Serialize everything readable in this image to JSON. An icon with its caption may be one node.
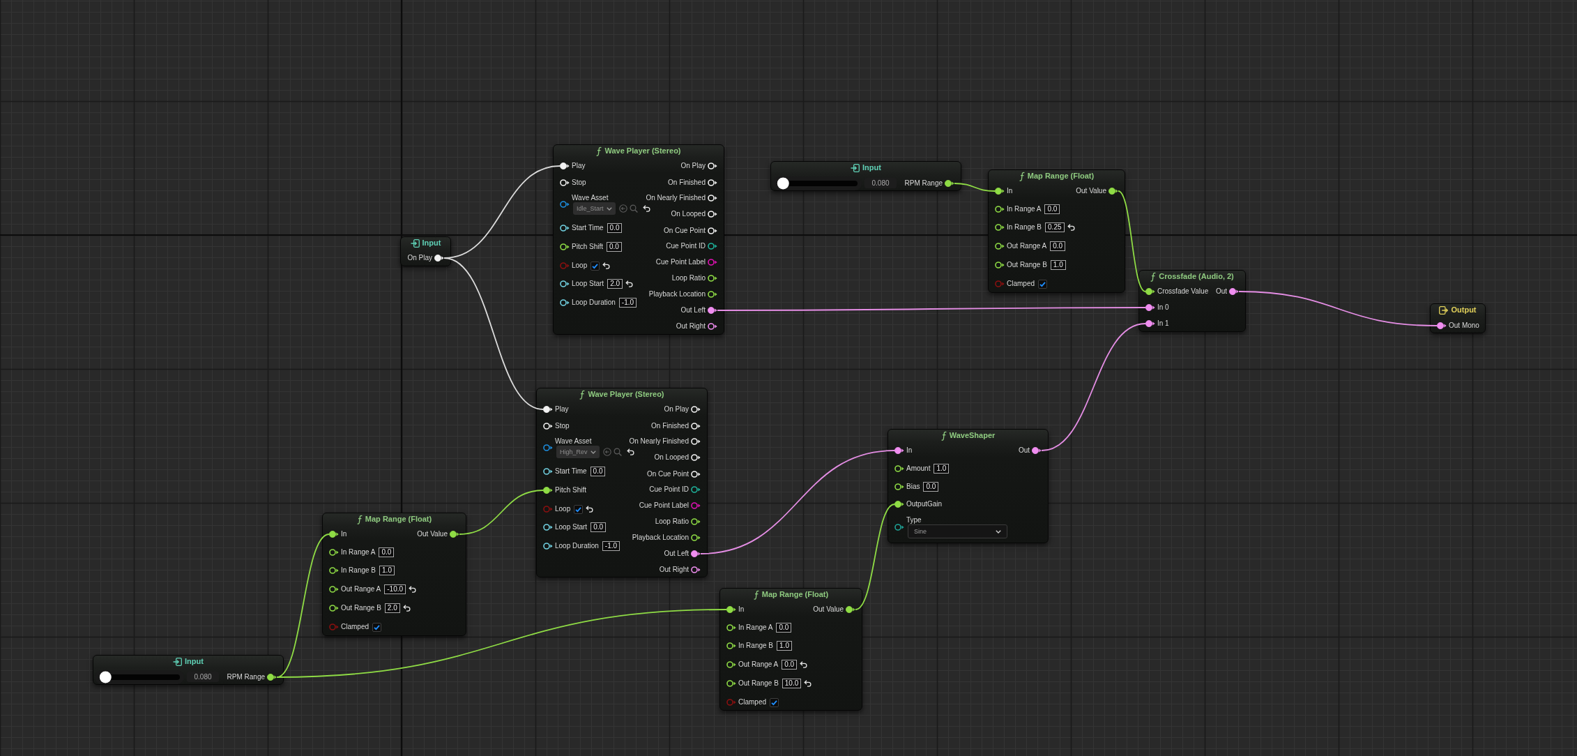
{
  "diagram": {
    "nodes": [
      {
        "text": [
          "Wave Player (Stereo)"
        ]
      },
      {
        "text": [
          "Play"
        ],
        "in": 0
      },
      {
        "text": [
          "Stop"
        ],
        "in": 0
      },
      {
        "text": [
          "Wave Asset",
          "Idle_Start"
        ],
        "in": 0
      },
      {
        "text": [
          "Start Time",
          "0.0"
        ],
        "in": 0
      },
      {
        "text": [
          "Pitch Shift",
          "0.0"
        ],
        "in": 0
      },
      {
        "text": [
          "Loop"
        ],
        "in": 0
      },
      {
        "text": [
          "Loop Start",
          "2.0"
        ],
        "in": 0
      },
      {
        "text": [
          "Loop Duration",
          "-1.0"
        ],
        "in": 0
      },
      {
        "text": [
          "On Play"
        ],
        "in": 0
      },
      {
        "text": [
          "On Finished"
        ],
        "in": 0
      },
      {
        "text": [
          "On Nearly Finished"
        ],
        "in": 0
      },
      {
        "text": [
          "On Looped"
        ],
        "in": 0
      },
      {
        "text": [
          "On Cue Point"
        ],
        "in": 0
      },
      {
        "text": [
          "Cue Point ID"
        ],
        "in": 0
      },
      {
        "text": [
          "Cue Point Label"
        ],
        "in": 0
      },
      {
        "text": [
          "Loop Ratio"
        ],
        "in": 0
      },
      {
        "text": [
          "Playback Location"
        ],
        "in": 0
      },
      {
        "text": [
          "Out Left"
        ],
        "in": 0
      },
      {
        "text": [
          "Out Right"
        ],
        "in": 0
      },
      {
        "text": [
          "Input",
          "0.080"
        ]
      },
      {
        "text": [
          "RPM Range"
        ],
        "in": 20
      },
      {
        "text": [
          "Map Range (Float)"
        ]
      },
      {
        "text": [
          "In"
        ],
        "in": 22
      },
      {
        "text": [
          "In Range A",
          "0.0"
        ],
        "in": 22
      },
      {
        "text": [
          "In Range B",
          "0.25"
        ],
        "in": 22
      },
      {
        "text": [
          "Out Range A",
          "0.0"
        ],
        "in": 22
      },
      {
        "text": [
          "Out Range B",
          "1.0"
        ],
        "in": 22
      },
      {
        "text": [
          "Clamped"
        ],
        "in": 22
      },
      {
        "text": [
          "Out Value"
        ],
        "in": 22
      },
      {
        "text": [
          "Input"
        ]
      },
      {
        "text": [
          "On Play"
        ],
        "in": 30
      },
      {
        "text": [
          "Crossfade (Audio, 2)"
        ]
      },
      {
        "text": [
          "Crossfade Value"
        ],
        "in": 32
      },
      {
        "text": [
          "In 0"
        ],
        "in": 32
      },
      {
        "text": [
          "In 1"
        ],
        "in": 32
      },
      {
        "text": [
          "Out"
        ],
        "in": 32
      },
      {
        "text": [
          "Output"
        ]
      },
      {
        "text": [
          "Out Mono"
        ],
        "in": 37
      },
      {
        "text": [
          "Wave Player (Stereo)"
        ]
      },
      {
        "text": [
          "Play"
        ],
        "in": 39
      },
      {
        "text": [
          "Stop"
        ],
        "in": 39
      },
      {
        "text": [
          "Wave Asset",
          "High_Rev"
        ],
        "in": 39
      },
      {
        "text": [
          "Start Time",
          "0.0"
        ],
        "in": 39
      },
      {
        "text": [
          "Pitch Shift"
        ],
        "in": 39
      },
      {
        "text": [
          "Loop"
        ],
        "in": 39
      },
      {
        "text": [
          "Loop Start",
          "0.0"
        ],
        "in": 39
      },
      {
        "text": [
          "Loop Duration",
          "-1.0"
        ],
        "in": 39
      },
      {
        "text": [
          "On Play"
        ],
        "in": 39
      },
      {
        "text": [
          "On Finished"
        ],
        "in": 39
      },
      {
        "text": [
          "On Nearly Finished"
        ],
        "in": 39
      },
      {
        "text": [
          "On Looped"
        ],
        "in": 39
      },
      {
        "text": [
          "On Cue Point"
        ],
        "in": 39
      },
      {
        "text": [
          "Cue Point ID"
        ],
        "in": 39
      },
      {
        "text": [
          "Cue Point Label"
        ],
        "in": 39
      },
      {
        "text": [
          "Loop Ratio"
        ],
        "in": 39
      },
      {
        "text": [
          "Playback Location"
        ],
        "in": 39
      },
      {
        "text": [
          "Out Left"
        ],
        "in": 39
      },
      {
        "text": [
          "Out Right"
        ],
        "in": 39
      },
      {
        "text": [
          "WaveShaper"
        ]
      },
      {
        "text": [
          "In"
        ],
        "in": 59
      },
      {
        "text": [
          "Amount",
          "1.0"
        ],
        "in": 59
      },
      {
        "text": [
          "Bias",
          "0.0"
        ],
        "in": 59
      },
      {
        "text": [
          "OutputGain"
        ],
        "in": 59
      },
      {
        "text": [
          "Type",
          "Sine"
        ],
        "in": 59
      },
      {
        "text": [
          "Out"
        ],
        "in": 59
      },
      {
        "text": [
          "Map Range (Float)"
        ]
      },
      {
        "text": [
          "In"
        ],
        "in": 66
      },
      {
        "text": [
          "In Range A",
          "0.0"
        ],
        "in": 66
      },
      {
        "text": [
          "In Range B",
          "1.0"
        ],
        "in": 66
      },
      {
        "text": [
          "Out Range A",
          "-10.0"
        ],
        "in": 66
      },
      {
        "text": [
          "Out Range B",
          "2.0"
        ],
        "in": 66
      },
      {
        "text": [
          "Clamped"
        ],
        "in": 66
      },
      {
        "text": [
          "Out Value"
        ],
        "in": 66
      },
      {
        "text": [
          "Map Range (Float)"
        ]
      },
      {
        "text": [
          "In"
        ],
        "in": 74
      },
      {
        "text": [
          "In Range A",
          "0.0"
        ],
        "in": 74
      },
      {
        "text": [
          "In Range B",
          "1.0"
        ],
        "in": 74
      },
      {
        "text": [
          "Out Range A",
          "0.0"
        ],
        "in": 74
      },
      {
        "text": [
          "Out Range B",
          "10.0"
        ],
        "in": 74
      },
      {
        "text": [
          "Clamped"
        ],
        "in": 74
      },
      {
        "text": [
          "Out Value"
        ],
        "in": 74
      },
      {
        "text": [
          "Input",
          "0.080"
        ]
      },
      {
        "text": [
          "RPM Range"
        ],
        "in": 82
      }
    ],
    "edges": [
      {
        "from": 31,
        "to": 1,
        "arrow": "none",
        "color": "#dcdcdc"
      },
      {
        "from": 31,
        "to": 40,
        "arrow": "none",
        "color": "#dcdcdc"
      },
      {
        "from": 21,
        "to": 23,
        "arrow": "none"
      },
      {
        "from": 29,
        "to": 33,
        "arrow": "none"
      },
      {
        "from": 18,
        "to": 34,
        "arrow": "none",
        "color": "#e58ee5"
      },
      {
        "from": 65,
        "to": 35,
        "arrow": "none",
        "color": "#e58ee5"
      },
      {
        "from": 36,
        "to": 38,
        "arrow": "none",
        "color": "#e58ee5"
      },
      {
        "from": 57,
        "to": 60,
        "arrow": "none",
        "color": "#e58ee5"
      },
      {
        "from": 73,
        "to": 44,
        "arrow": "none"
      },
      {
        "from": 83,
        "to": 67,
        "arrow": "none"
      },
      {
        "from": 83,
        "to": 75,
        "arrow": "none"
      },
      {
        "from": 81,
        "to": 63,
        "arrow": "none"
      }
    ]
  }
}
